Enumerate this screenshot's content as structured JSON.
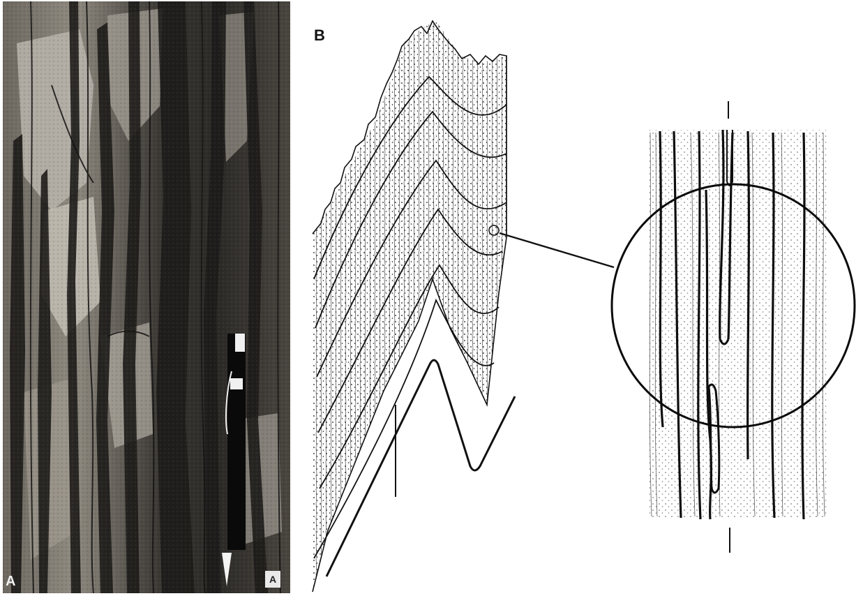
{
  "figure": {
    "panel_a": {
      "label": "A",
      "scale_label": "A"
    },
    "panel_b": {
      "label": "B"
    }
  },
  "colors": {
    "rock_dark": "#1e1c1a",
    "rock_light": "#b9b4ab",
    "ink": "#111111",
    "paper": "#ffffff"
  },
  "icons": {
    "scale_bar": "black-white-scale-bar-icon",
    "way_up_arrow": "arrow-down-icon"
  }
}
